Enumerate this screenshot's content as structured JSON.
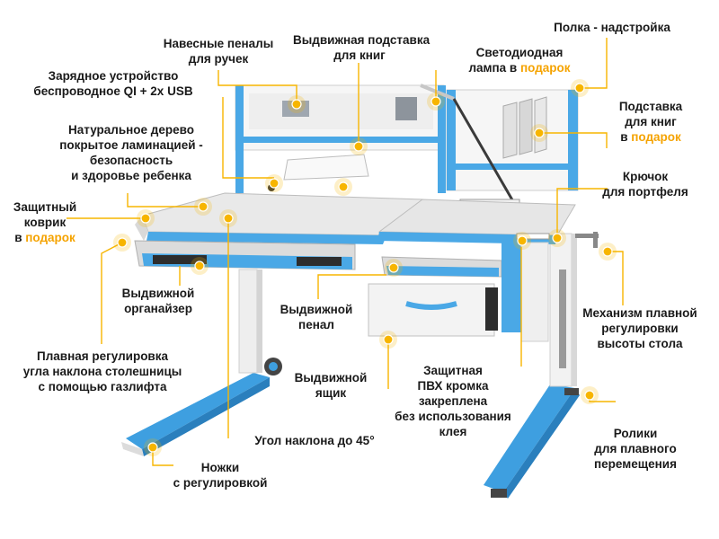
{
  "colors": {
    "accent": "#f7b500",
    "accent_text": "#f5a300",
    "desk_blue": "#4aa8e6",
    "desk_white": "#f4f4f4"
  },
  "callouts": {
    "pen_cases": {
      "lines": [
        "Навесные пеналы",
        "для ручек"
      ]
    },
    "book_stand_pull": {
      "lines": [
        "Выдвижная подставка",
        "для книг"
      ]
    },
    "led_lamp": {
      "lines": [
        "Светодиодная"
      ],
      "pre": "лампа в ",
      "gift": "подарок"
    },
    "top_shelf": {
      "lines": [
        "Полка - надстройка"
      ]
    },
    "charger": {
      "lines": [
        "Зарядное устройство",
        "беспроводное QI + 2x USB"
      ]
    },
    "book_stand": {
      "lines": [
        "Подставка",
        "для книг"
      ],
      "pre": "в ",
      "gift": "подарок"
    },
    "natural_wood": {
      "lines": [
        "Натуральное дерево",
        "покрытое ламинацией -",
        "безопасность",
        "и здоровье ребенка"
      ]
    },
    "hook": {
      "lines": [
        "Крючок",
        "для портфеля"
      ]
    },
    "mat": {
      "lines": [
        "Защитный",
        "коврик"
      ],
      "pre": "в ",
      "gift": "подарок"
    },
    "organizer": {
      "lines": [
        "Выдвижной",
        "органайзер"
      ]
    },
    "pencil_case": {
      "lines": [
        "Выдвижной",
        "пенал"
      ]
    },
    "height_mech": {
      "lines": [
        "Механизм плавной",
        "регулировки",
        "высоты стола"
      ]
    },
    "tilt_adjust": {
      "lines": [
        "Плавная регулировка",
        "угла наклона столешницы",
        "с помощью газлифта"
      ]
    },
    "drawer": {
      "lines": [
        "Выдвижной",
        "ящик"
      ]
    },
    "pvc_edge": {
      "lines": [
        "Защитная",
        "ПВХ кромка",
        "закреплена",
        "без использования",
        "клея"
      ]
    },
    "wheels": {
      "lines": [
        "Ролики",
        "для плавного",
        "перемещения"
      ]
    },
    "tilt_angle": {
      "lines": [
        "Угол наклона до 45°"
      ]
    },
    "legs": {
      "lines": [
        "Ножки",
        "с регулировкой"
      ]
    }
  }
}
